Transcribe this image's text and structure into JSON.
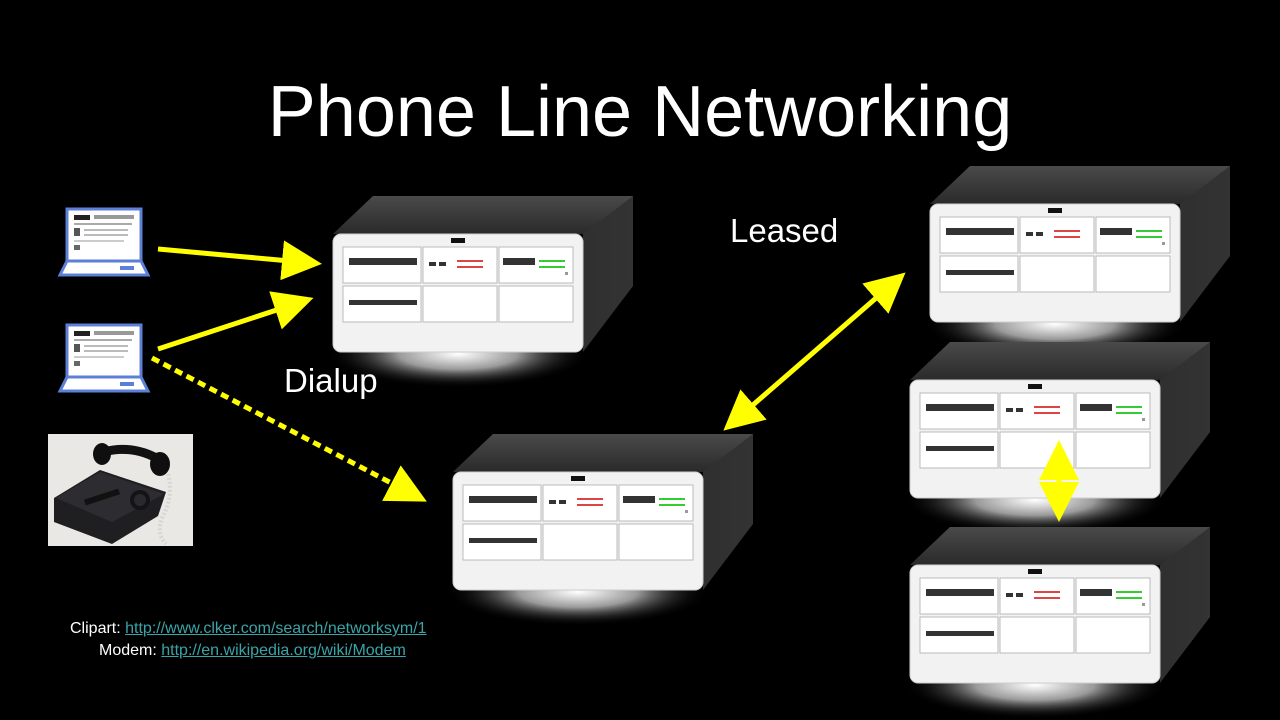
{
  "slide": {
    "title": "Phone Line Networking"
  },
  "labels": {
    "leased": "Leased",
    "dialup": "Dialup"
  },
  "credits": {
    "clipart_prefix": "Clipart: ",
    "clipart_link": "http://www.clker.com/search/networksym/1",
    "modem_prefix": "Modem: ",
    "modem_link": "http://en.wikipedia.org/wiki/Modem"
  },
  "nodes": [
    {
      "id": "computer-1",
      "icon": "laptop-icon"
    },
    {
      "id": "computer-2",
      "icon": "laptop-icon"
    },
    {
      "id": "modem-photo",
      "icon": "modem-photo"
    },
    {
      "id": "server-a",
      "icon": "server-rack-icon"
    },
    {
      "id": "server-b",
      "icon": "server-rack-icon"
    },
    {
      "id": "server-c",
      "icon": "server-rack-icon"
    },
    {
      "id": "server-d",
      "icon": "server-rack-icon"
    },
    {
      "id": "server-e",
      "icon": "server-rack-icon"
    }
  ],
  "connections": [
    {
      "from": "computer-1",
      "to": "server-a",
      "style": "solid",
      "label": ""
    },
    {
      "from": "computer-2",
      "to": "server-a",
      "style": "solid",
      "label": ""
    },
    {
      "from": "computer-2",
      "to": "server-c",
      "style": "dashed",
      "label": "Dialup"
    },
    {
      "from": "server-c",
      "to": "server-b",
      "style": "solid-double",
      "label": "Leased"
    },
    {
      "from": "server-d",
      "to": "server-e",
      "style": "solid-double",
      "label": ""
    }
  ],
  "colors": {
    "background": "#000000",
    "arrow": "#ffff00",
    "link": "#3aa4a8",
    "text": "#ffffff"
  }
}
